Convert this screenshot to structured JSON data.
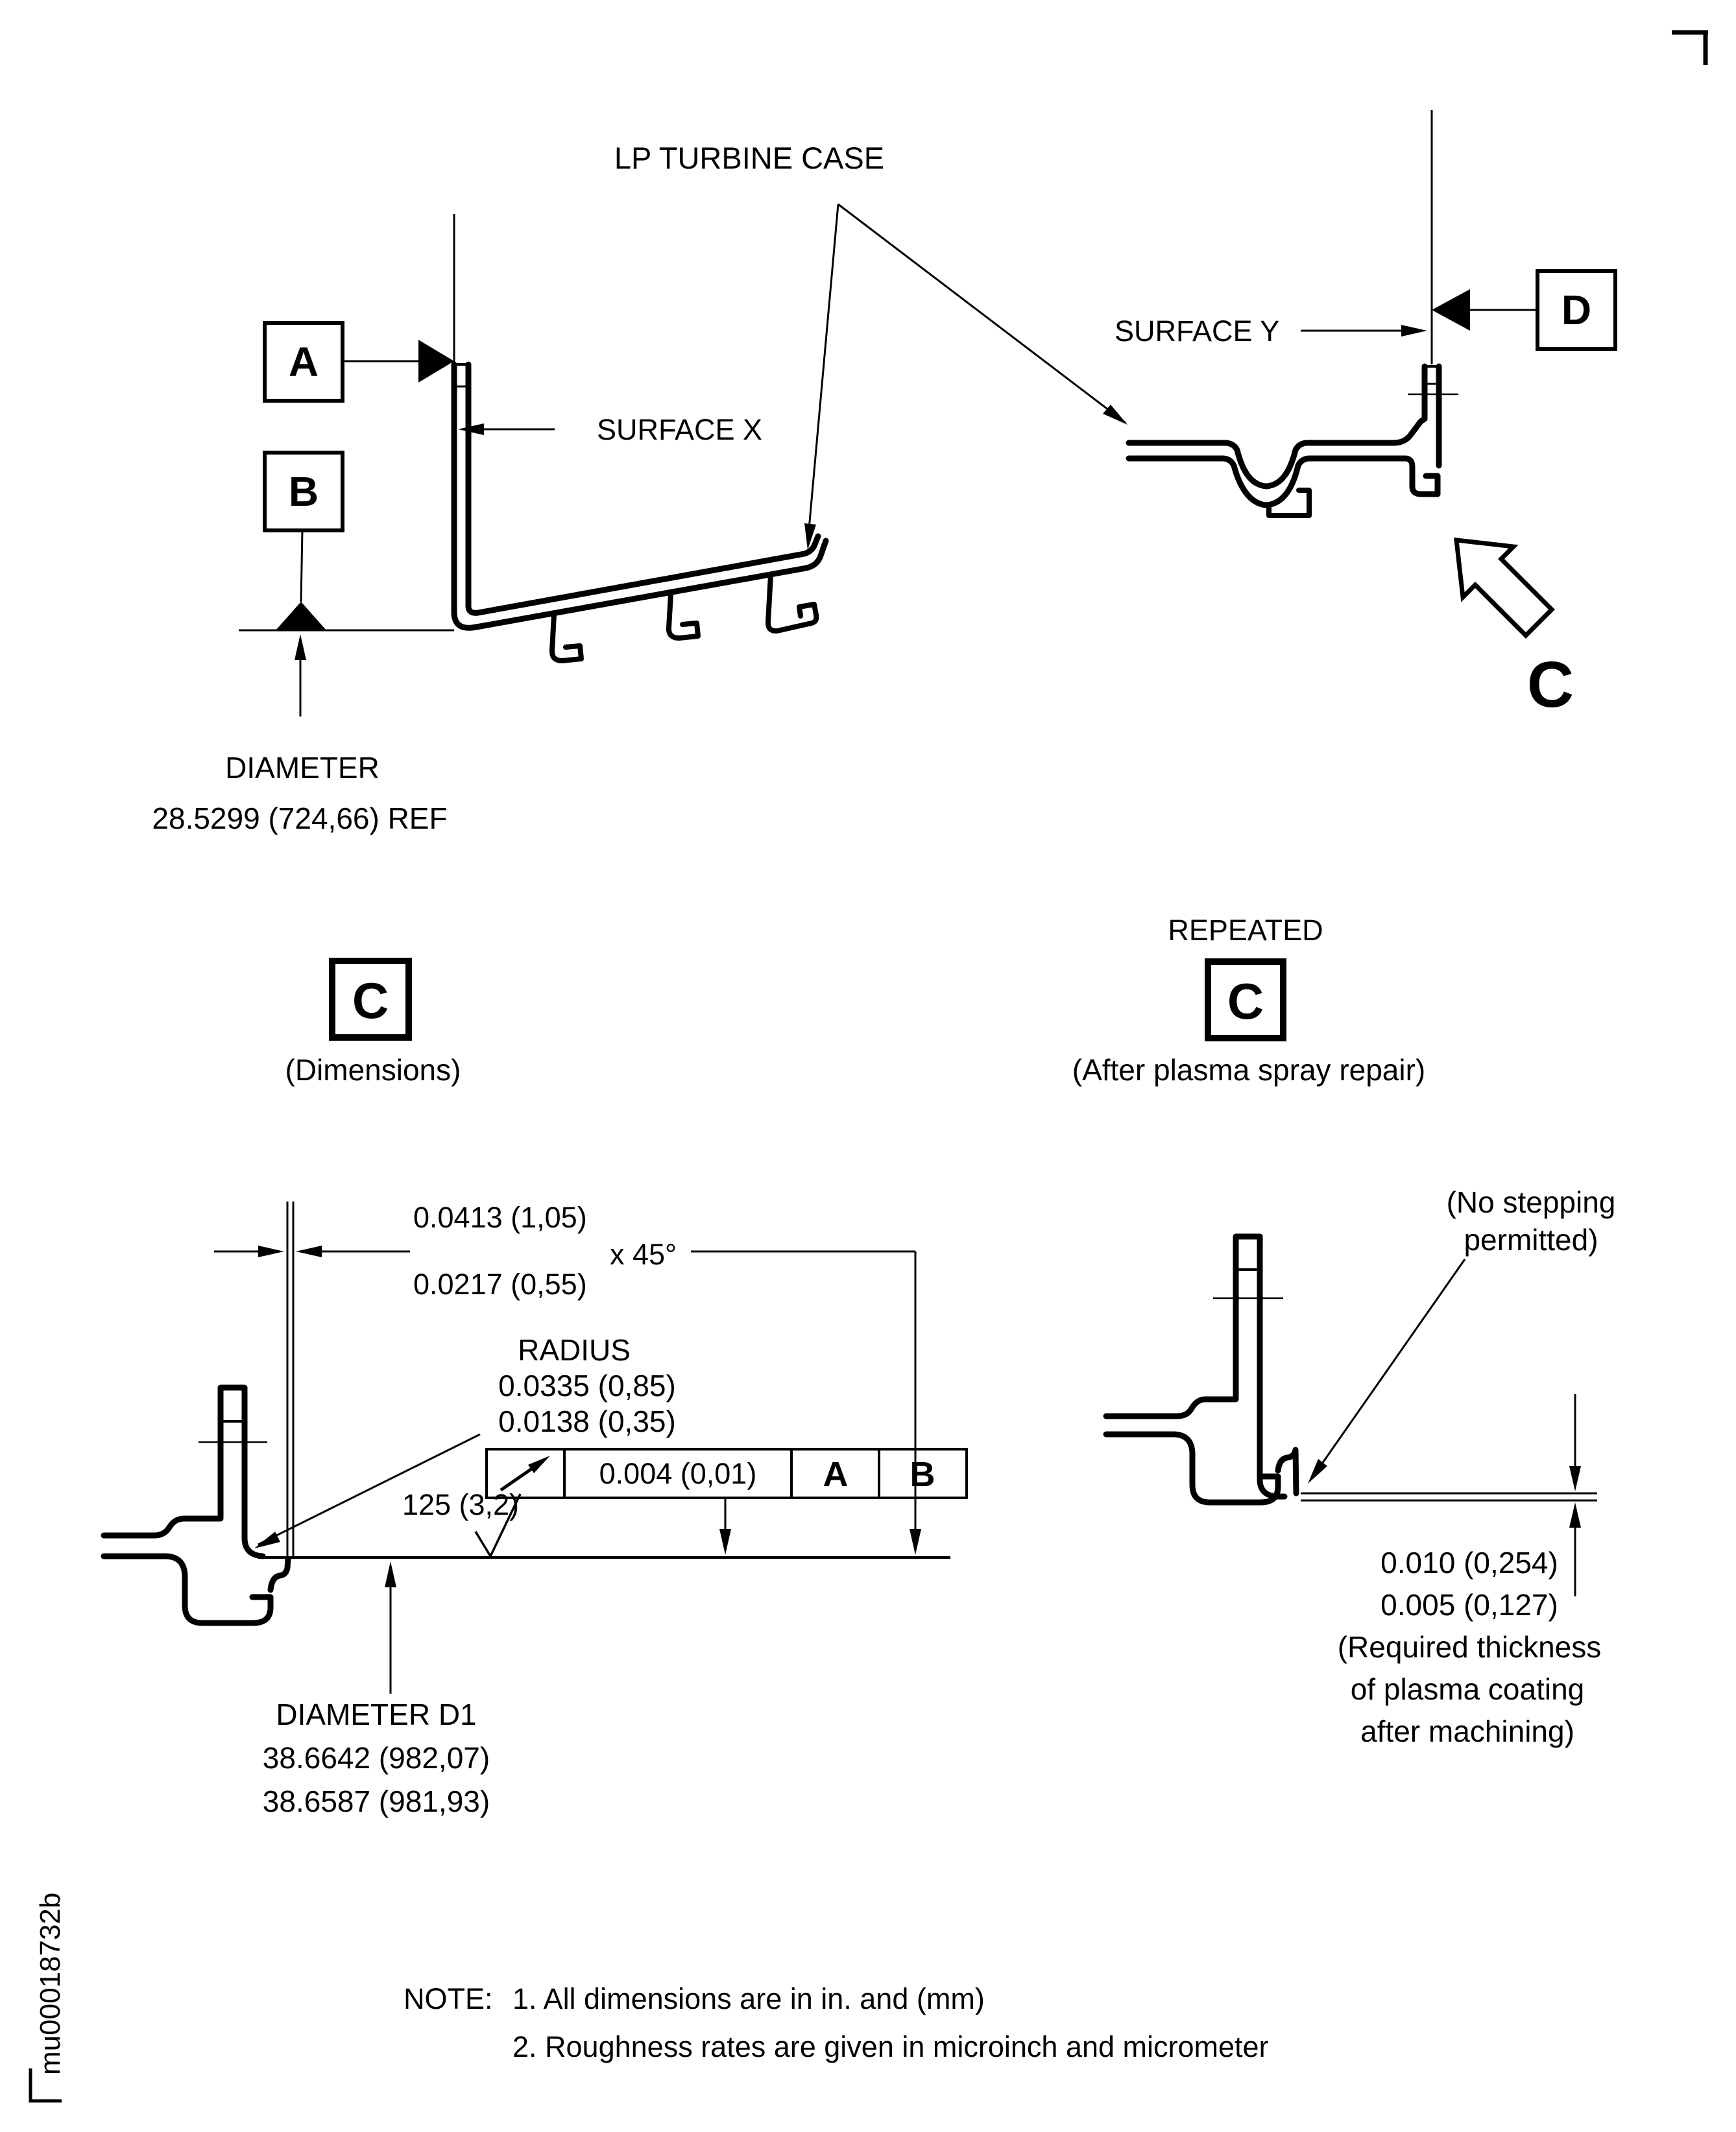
{
  "figure": {
    "code": "mu00018732b"
  },
  "top_view": {
    "title": "LP TURBINE CASE",
    "surface_x_label": "SURFACE X",
    "surface_y_label": "SURFACE Y",
    "datum_a": "A",
    "datum_b": "B",
    "datum_d": "D",
    "view_arrow_letter": "C",
    "diameter_label": "DIAMETER",
    "diameter_value": "28.5299 (724,66) REF"
  },
  "dimensions_view": {
    "datum_letter": "C",
    "caption": "(Dimensions)",
    "chamfer_max": "0.0413 (1,05)",
    "chamfer_min": "0.0217 (0,55)",
    "chamfer_angle": "x 45°",
    "radius_label": "RADIUS",
    "radius_max": "0.0335 (0,85)",
    "radius_min": "0.0138 (0,35)",
    "fcf": {
      "symbol_name": "runout-arrow",
      "tolerance": "0.004 (0,01)",
      "datum_1": "A",
      "datum_2": "B"
    },
    "roughness": "125 (3,2)",
    "diameter_label": "DIAMETER D1",
    "diameter_max": "38.6642 (982,07)",
    "diameter_min": "38.6587 (981,93)"
  },
  "repeated_view": {
    "heading": "REPEATED",
    "datum_letter": "C",
    "caption": "(After plasma spray repair)",
    "callout_line1": "(No stepping",
    "callout_line2": "permitted)",
    "thickness_max": "0.010 (0,254)",
    "thickness_min": "0.005 (0,127)",
    "thickness_note1": "(Required thickness",
    "thickness_note2": "of plasma coating",
    "thickness_note3": "after machining)"
  },
  "notes": {
    "label": "NOTE:",
    "note1": "1. All dimensions are in in. and (mm)",
    "note2": "2. Roughness rates are given in microinch and micrometer"
  }
}
